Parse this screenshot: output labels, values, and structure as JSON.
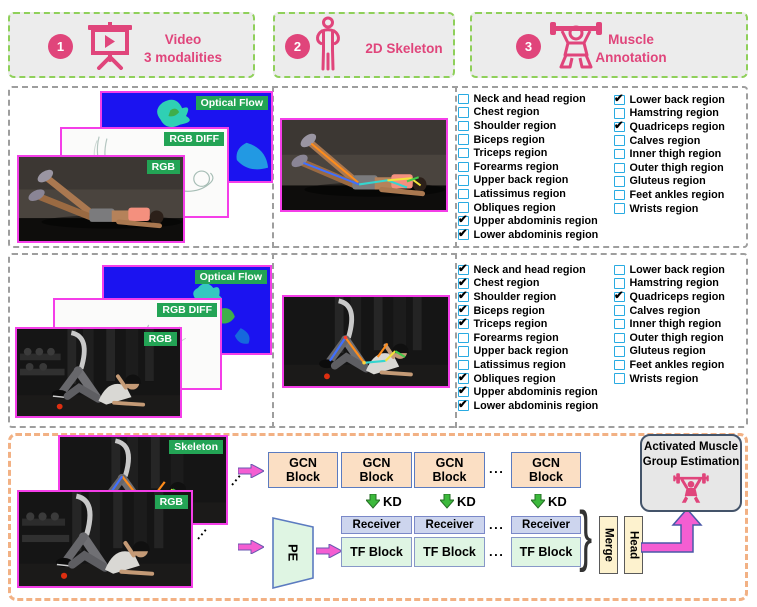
{
  "check_glyph": "✔",
  "header": {
    "steps": [
      {
        "num": "1",
        "icon": "projector-screen-icon",
        "line1": "Video",
        "line2": "3 modalities"
      },
      {
        "num": "2",
        "icon": "person-icon",
        "line1": "2D Skeleton"
      },
      {
        "num": "3",
        "icon": "weightlifter-icon",
        "line1": "Muscle",
        "line2": "Annotation"
      }
    ]
  },
  "modalities": {
    "optical_flow": "Optical Flow",
    "rgb_diff": "RGB DIFF",
    "rgb": "RGB",
    "skeleton": "Skeleton"
  },
  "samples": [
    {
      "checklist_left": [
        {
          "label": "Neck and head region",
          "checked": false
        },
        {
          "label": "Chest region",
          "checked": false
        },
        {
          "label": "Shoulder region",
          "checked": false
        },
        {
          "label": "Biceps region",
          "checked": false
        },
        {
          "label": "Triceps region",
          "checked": false
        },
        {
          "label": "Forearms region",
          "checked": false
        },
        {
          "label": "Upper back region",
          "checked": false
        },
        {
          "label": "Latissimus region",
          "checked": false
        },
        {
          "label": "Obliques region",
          "checked": false
        },
        {
          "label": "Upper abdominis region",
          "checked": true
        },
        {
          "label": "Lower abdominis region",
          "checked": true
        }
      ],
      "checklist_right": [
        {
          "label": "Lower back region",
          "checked": true
        },
        {
          "label": "Hamstring region",
          "checked": false
        },
        {
          "label": "Quadriceps region",
          "checked": true
        },
        {
          "label": "Calves region",
          "checked": false
        },
        {
          "label": "Inner thigh region",
          "checked": false
        },
        {
          "label": "Outer thigh region",
          "checked": false
        },
        {
          "label": "Gluteus region",
          "checked": false
        },
        {
          "label": "Feet ankles region",
          "checked": false
        },
        {
          "label": "Wrists region",
          "checked": false
        }
      ]
    },
    {
      "checklist_left": [
        {
          "label": "Neck and head region",
          "checked": true
        },
        {
          "label": "Chest region",
          "checked": true
        },
        {
          "label": "Shoulder region",
          "checked": true
        },
        {
          "label": "Biceps region",
          "checked": true
        },
        {
          "label": "Triceps region",
          "checked": true
        },
        {
          "label": "Forearms region",
          "checked": false
        },
        {
          "label": "Upper back region",
          "checked": false
        },
        {
          "label": "Latissimus region",
          "checked": false
        },
        {
          "label": "Obliques region",
          "checked": true
        },
        {
          "label": "Upper abdominis region",
          "checked": true
        },
        {
          "label": "Lower abdominis region",
          "checked": true
        }
      ],
      "checklist_right": [
        {
          "label": "Lower back region",
          "checked": false
        },
        {
          "label": "Hamstring region",
          "checked": false
        },
        {
          "label": "Quadriceps region",
          "checked": true
        },
        {
          "label": "Calves region",
          "checked": false
        },
        {
          "label": "Inner thigh region",
          "checked": false
        },
        {
          "label": "Outer thigh region",
          "checked": false
        },
        {
          "label": "Gluteus region",
          "checked": false
        },
        {
          "label": "Feet ankles region",
          "checked": false
        },
        {
          "label": "Wrists region",
          "checked": false
        }
      ]
    }
  ],
  "pipeline": {
    "gcn_line1": "GCN",
    "gcn_line2": "Block",
    "kd_label": "KD",
    "pe_label": "PE",
    "receiver_label": "Receiver",
    "tf_label": "TF Block",
    "merge_label": "Merge",
    "head_label": "Head",
    "ellipsis": "...",
    "brace": "}",
    "output_line1": "Activated Muscle",
    "output_line2": "Group Estimation"
  },
  "colors": {
    "accent_pink": "#E0457B",
    "frame_magenta": "#F43EE8",
    "badge_green": "#23A455",
    "checkbox_blue": "#29ABE2",
    "header_dash_green": "#8FD05A",
    "row_dash_gray": "#9E9E9E",
    "bottom_dash_orange": "#F2B184",
    "gcn_fill": "#FBDFC4",
    "receiver_fill": "#CDD5EE",
    "tf_fill": "#DFF5E3",
    "pe_fill": "#DFF5E3",
    "merge_fill": "#FDF2CE",
    "block_border_blue": "#5B7BC0",
    "kd_green": "#3CB93C",
    "arrow_pink": "#F45ED2",
    "output_fill": "#E7E7E7",
    "output_border": "#44546A"
  }
}
